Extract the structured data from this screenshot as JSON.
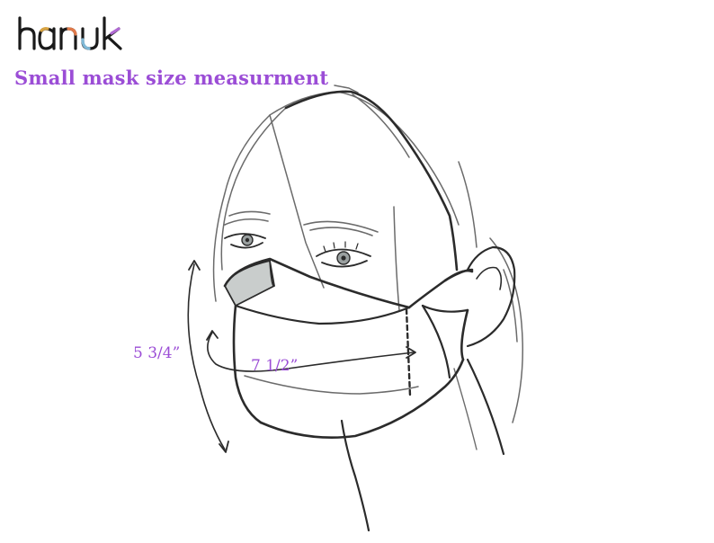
{
  "brand": {
    "logo_text": "hanuk",
    "logo_colors": [
      "#1a1a1a",
      "#d9a441",
      "#e07a4a",
      "#7fb8d6",
      "#b06ad3"
    ]
  },
  "heading": {
    "title": "Small mask size measurment",
    "color": "#9b4dd6"
  },
  "measurements": {
    "height_label": "5 3/4”",
    "width_label": "7 1/2”",
    "label_color": "#9b4dd6"
  },
  "colors": {
    "line": "#2b2b2b",
    "sketch": "#6b6b6b",
    "mask_inner": "#c9cdcc"
  }
}
